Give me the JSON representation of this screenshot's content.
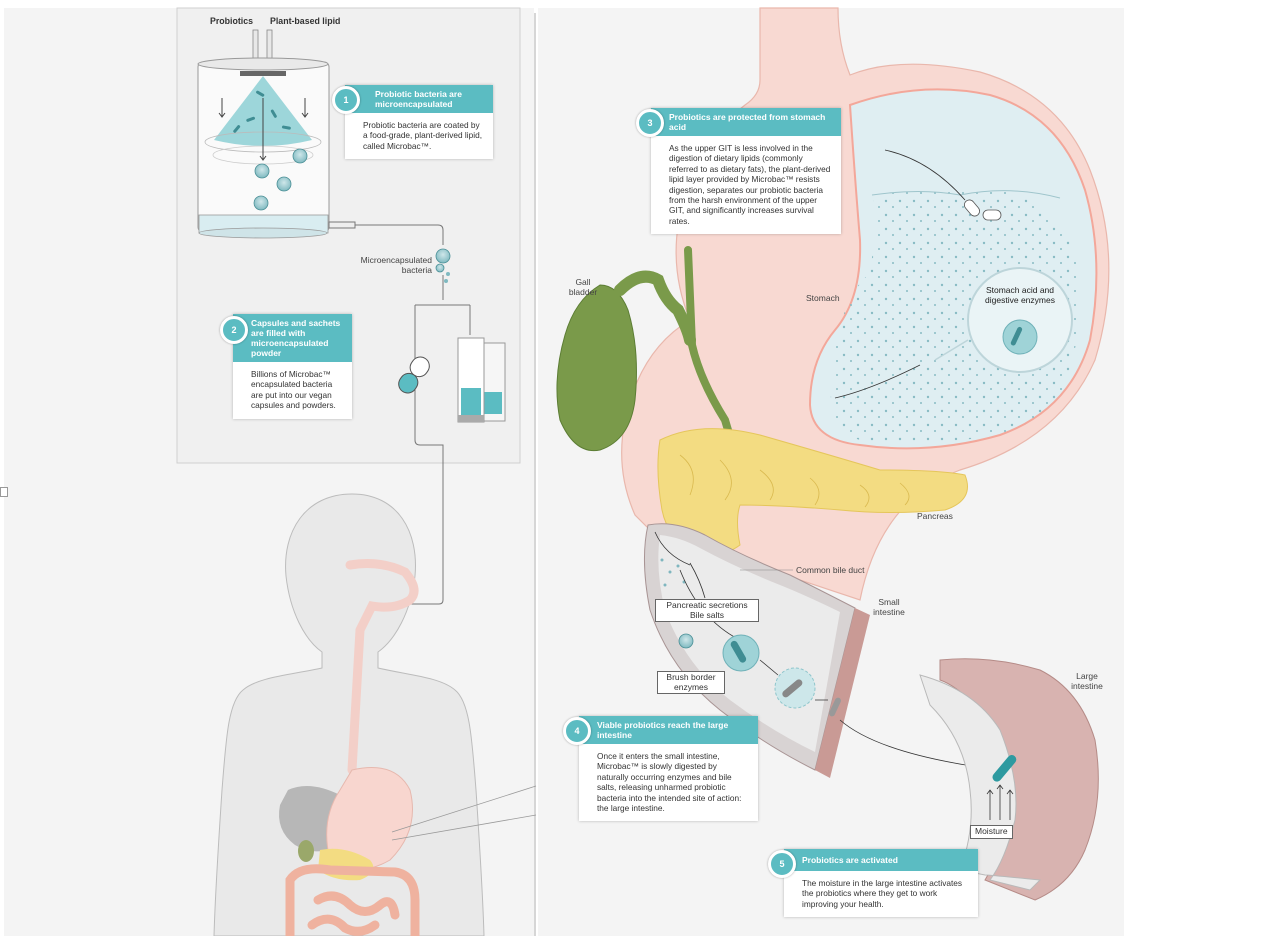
{
  "steps": [
    {
      "num": "1",
      "title": "Probiotic bacteria are microencapsulated",
      "body": "Probiotic bacteria are coated by a food-grade, plant-derived lipid, called Microbac™."
    },
    {
      "num": "2",
      "title": "Capsules and sachets are filled with microencapsulated powder",
      "body": "Billions of Microbac™ encapsulated bacteria are put into our vegan capsules and powders."
    },
    {
      "num": "3",
      "title": "Probiotics are protected from stomach acid",
      "body": "As the upper GIT is less involved in the digestion of dietary lipids (commonly referred to as dietary fats), the plant-derived lipid layer provided by Microbac™ resists digestion, separates our probiotic bacteria from the harsh environment of the upper GIT, and significantly increases survival rates."
    },
    {
      "num": "4",
      "title": "Viable probiotics reach the large intestine",
      "body": "Once it enters the small intestine, Microbac™ is slowly digested by naturally occurring enzymes and bile salts, releasing unharmed probiotic bacteria into the intended site of action: the large intestine."
    },
    {
      "num": "5",
      "title": "Probiotics are activated",
      "body": "The moisture in the large intestine activates the probiotics where they get to work improving your health."
    }
  ],
  "labels": {
    "probiotics": "Probiotics",
    "lipid": "Plant-based lipid",
    "microencapsulated": "Microencapsulated bacteria",
    "gall_bladder": "Gall bladder",
    "stomach": "Stomach",
    "stomach_acid": "Stomach acid and digestive enzymes",
    "pancreas": "Pancreas",
    "bile_duct": "Common bile duct",
    "small_intestine": "Small intestine",
    "pancreatic": "Pancreatic secretions",
    "bile_salts": "Bile salts",
    "brush_border": "Brush border enzymes",
    "large_intestine": "Large intestine",
    "moisture": "Moisture"
  },
  "colors": {
    "teal": "#5bbcc2",
    "teal_dark": "#2e8f95",
    "stomach_wall": "#f7d3cc",
    "stomach_inner": "#dfeef2",
    "gallbladder": "#7a9a4a",
    "pancreas": "#f3dc82",
    "body_gray": "#e8e8e8"
  }
}
